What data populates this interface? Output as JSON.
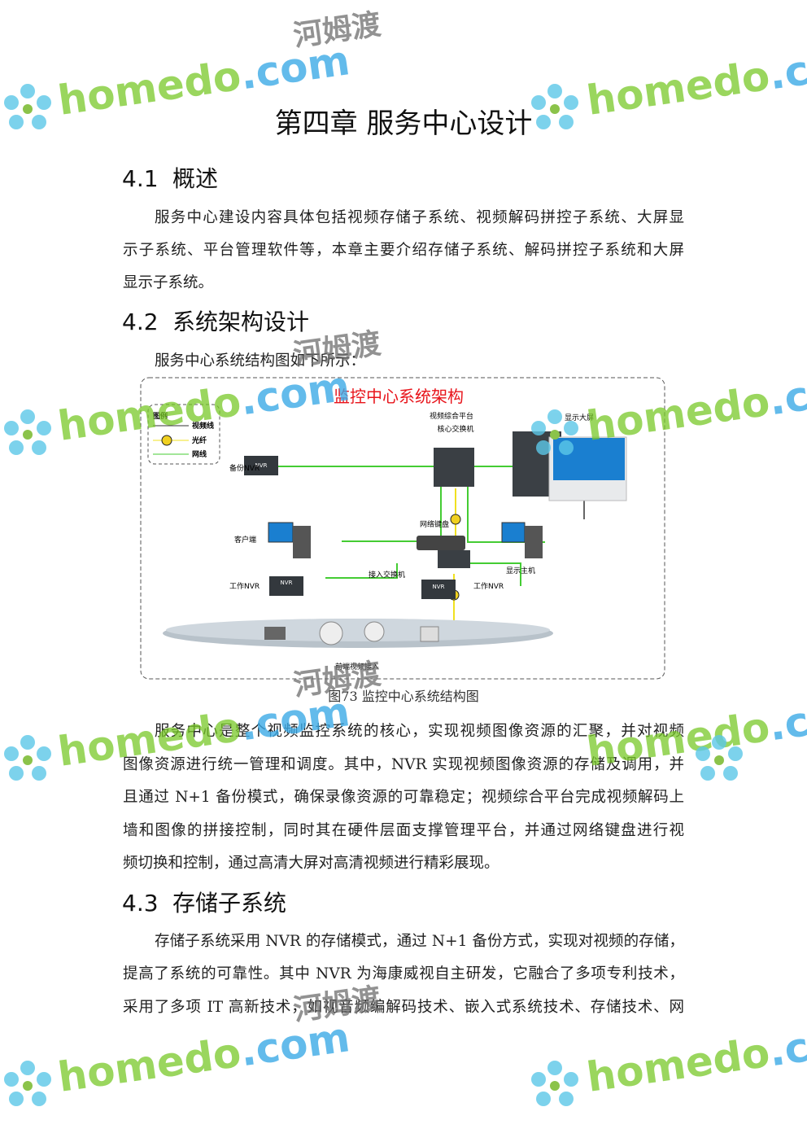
{
  "chapter_title": "第四章 服务中心设计",
  "sections": [
    {
      "num": "4.1",
      "title": "概述"
    },
    {
      "num": "4.2",
      "title": "系统架构设计"
    },
    {
      "num": "4.3",
      "title": "存储子系统"
    }
  ],
  "para1": [
    "服务中心建设内容具体包括视频存储子系统、视频解码拼控子系统、大屏显",
    "示子系统、平台管理软件等，本章主要介绍存储子系统、解码拼控子系统和大屏",
    "显示子系统。"
  ],
  "para2": [
    "服务中心系统结构图如下所示："
  ],
  "para3": [
    "服务中心是整个视频监控系统的核心，实现视频图像资源的汇聚，并对视频",
    "图像资源进行统一管理和调度。其中，NVR 实现视频图像资源的存储及调用，并",
    "且通过 N+1 备份模式，确保录像资源的可靠稳定；视频综合平台完成视频解码上",
    "墙和图像的拼接控制，同时其在硬件层面支撑管理平台，并通过网络键盘进行视",
    "频切换和控制，通过高清大屏对高清视频进行精彩展现。"
  ],
  "para4": [
    "存储子系统采用 NVR 的存储模式，通过 N+1 备份方式，实现对视频的存储，",
    "提高了系统的可靠性。其中 NVR 为海康威视自主研发，它融合了多项专利技术，",
    "采用了多项 IT 高新技术，如视音频编解码技术、嵌入式系统技术、存储技术、网"
  ],
  "diagram": {
    "title": "监控中心系统架构",
    "legend": {
      "title": "图例",
      "video_line": "视频线",
      "fiber": "光纤",
      "network": "网线"
    },
    "labels": {
      "core_switch": "核心交换机",
      "video_platform": "视频综合平台",
      "display_wall": "显示大屏",
      "backup_nvr": "备份NVR",
      "client": "客户端",
      "keyboard": "网络键盘",
      "display_host": "显示主机",
      "access_switch": "接入交换机",
      "work_nvr_left": "工作NVR",
      "work_nvr_right": "工作NVR",
      "frontend": "前端视频接入",
      "nvr_badge": "NVR"
    },
    "colors": {
      "title": "#e8141b",
      "network": "#44cc33",
      "fiber": "#f0e020",
      "video": "#333333",
      "screen": "#1a7fd0"
    }
  },
  "caption": "图73 监控中心系统结构图",
  "watermark": {
    "latin": "homedo",
    "dot": ".com",
    "cn": "河姆渡"
  }
}
